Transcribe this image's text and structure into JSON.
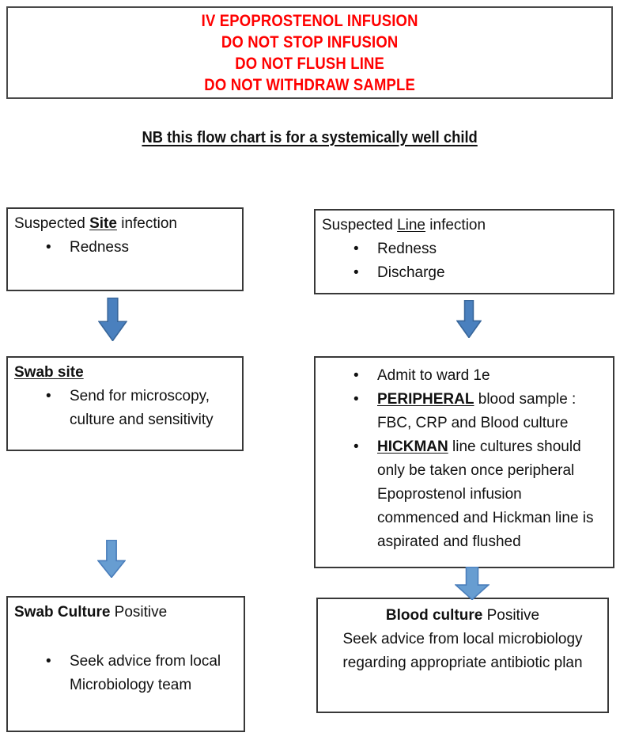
{
  "banner": {
    "color": "#FF0000",
    "lines": [
      "IV EPOPROSTENOL INFUSION",
      "DO NOT STOP INFUSION",
      "DO NOT FLUSH LINE",
      "DO NOT WITHDRAW SAMPLE"
    ]
  },
  "note": "NB this flow chart is for a systemically well child",
  "left_column": {
    "box1": {
      "title_prefix": "Suspected ",
      "title_emph": "Site",
      "title_suffix": " infection",
      "bullets": [
        "Redness"
      ]
    },
    "box2": {
      "title": "Swab site",
      "bullets": [
        "Send for microscopy, culture and sensitivity"
      ]
    },
    "box3": {
      "title_bold": "Swab Culture",
      "title_rest": " Positive",
      "bullets": [
        "Seek advice from local Microbiology team"
      ]
    }
  },
  "right_column": {
    "box1": {
      "title_prefix": "Suspected ",
      "title_emph": "Line",
      "title_suffix": " infection",
      "bullets": [
        "Redness",
        "Discharge"
      ]
    },
    "box2": {
      "bullets": [
        {
          "emph": "",
          "rest": "Admit to ward 1e"
        },
        {
          "emph": "PERIPHERAL",
          "rest": " blood sample : FBC, CRP and Blood culture"
        },
        {
          "emph": "HICKMAN",
          "rest": " line cultures should only be taken once peripheral Epoprostenol infusion commenced and Hickman line is aspirated and flushed"
        }
      ]
    },
    "box3": {
      "title_bold": "Blood culture",
      "title_rest": " Positive",
      "body": "Seek advice from local microbiology regarding appropriate antibiotic plan"
    }
  },
  "arrows": {
    "bullet_glyph": "•",
    "top": {
      "fill": "#4A80BE",
      "stroke": "#38669A"
    },
    "bottom": {
      "fill": "#679DD1",
      "stroke": "#4A7EBB"
    }
  }
}
